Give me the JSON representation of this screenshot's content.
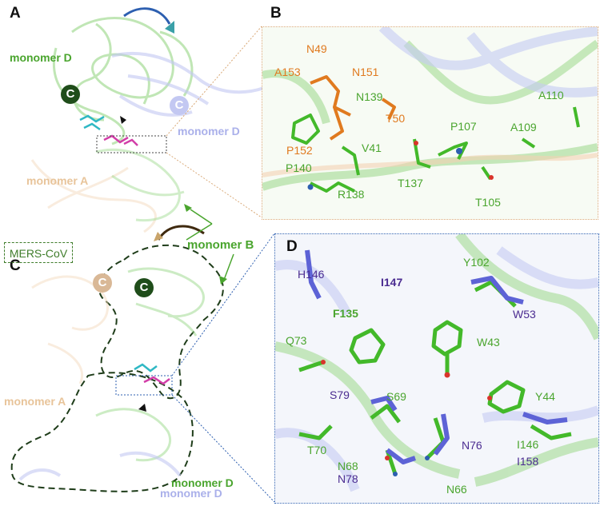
{
  "panels": {
    "A": "A",
    "B": "B",
    "C": "C",
    "D": "D"
  },
  "panel_a": {
    "monomer_d_green": "monomer D",
    "monomer_d_lav": "monomer D",
    "monomer_a": "monomer A",
    "c_dark": "C",
    "c_lav": "C"
  },
  "shared": {
    "monomer_b": "monomer B",
    "mers": "MERS-CoV"
  },
  "panel_c": {
    "c_peach": "C",
    "c_dark": "C",
    "monomer_a": "monomer A",
    "monomer_d_green": "monomer D",
    "monomer_d_lav": "monomer D"
  },
  "panel_b_labels": [
    "N49",
    "A153",
    "N151",
    "N139",
    "T50",
    "P152",
    "V41",
    "P140",
    "R138",
    "T137",
    "P107",
    "A109",
    "A110",
    "T105"
  ],
  "panel_d_labels": {
    "H146": "H146",
    "I147": "I147",
    "Y102": "Y102",
    "F135": "F135",
    "W53": "W53",
    "W43": "W43",
    "Q73": "Q73",
    "S79": "S79",
    "S69": "S69",
    "Y44": "Y44",
    "N76": "N76",
    "T70": "T70",
    "I146": "I146",
    "I158": "I158",
    "N68": "N68",
    "N78": "N78",
    "N66": "N66"
  },
  "colors": {
    "green": "#4aa52e",
    "lavender": "#aab0ea",
    "peach": "#e8c49a",
    "orange": "#e07a1f",
    "purple": "#4b2c91",
    "cyan": "#2fb8c4",
    "magenta": "#d23ea8",
    "dark_green_badge": "#1f4d1a"
  }
}
